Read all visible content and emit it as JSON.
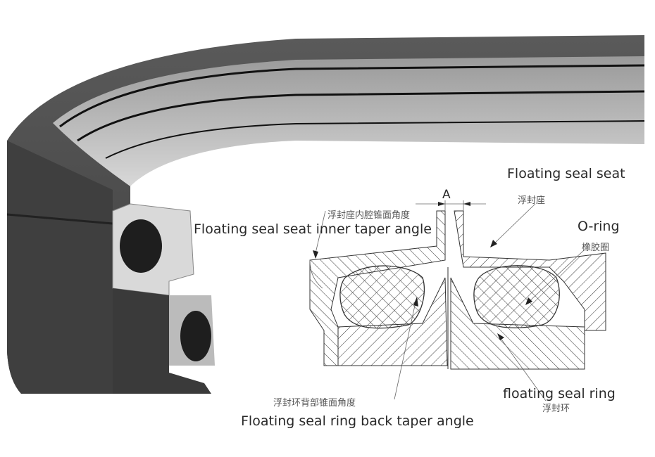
{
  "labels": {
    "seat_en": "Floating seal seat",
    "seat_cn": "浮封座",
    "inner_taper_en": "Floating seal seat inner taper angle",
    "inner_taper_cn": "浮封座内腔锥面角度",
    "dimension_a": "A",
    "oring_en": "O-ring",
    "oring_cn": "橡胶圈",
    "ring_en": "floating seal ring",
    "ring_cn": "浮封环",
    "back_taper_cn": "浮封环背部锥面角度",
    "back_taper_en": "Floating seal ring back taper angle"
  },
  "colors": {
    "ring_dark": "#4a4a4a",
    "ring_light": "#c8c8c8",
    "oring": "#1e1e1e"
  }
}
